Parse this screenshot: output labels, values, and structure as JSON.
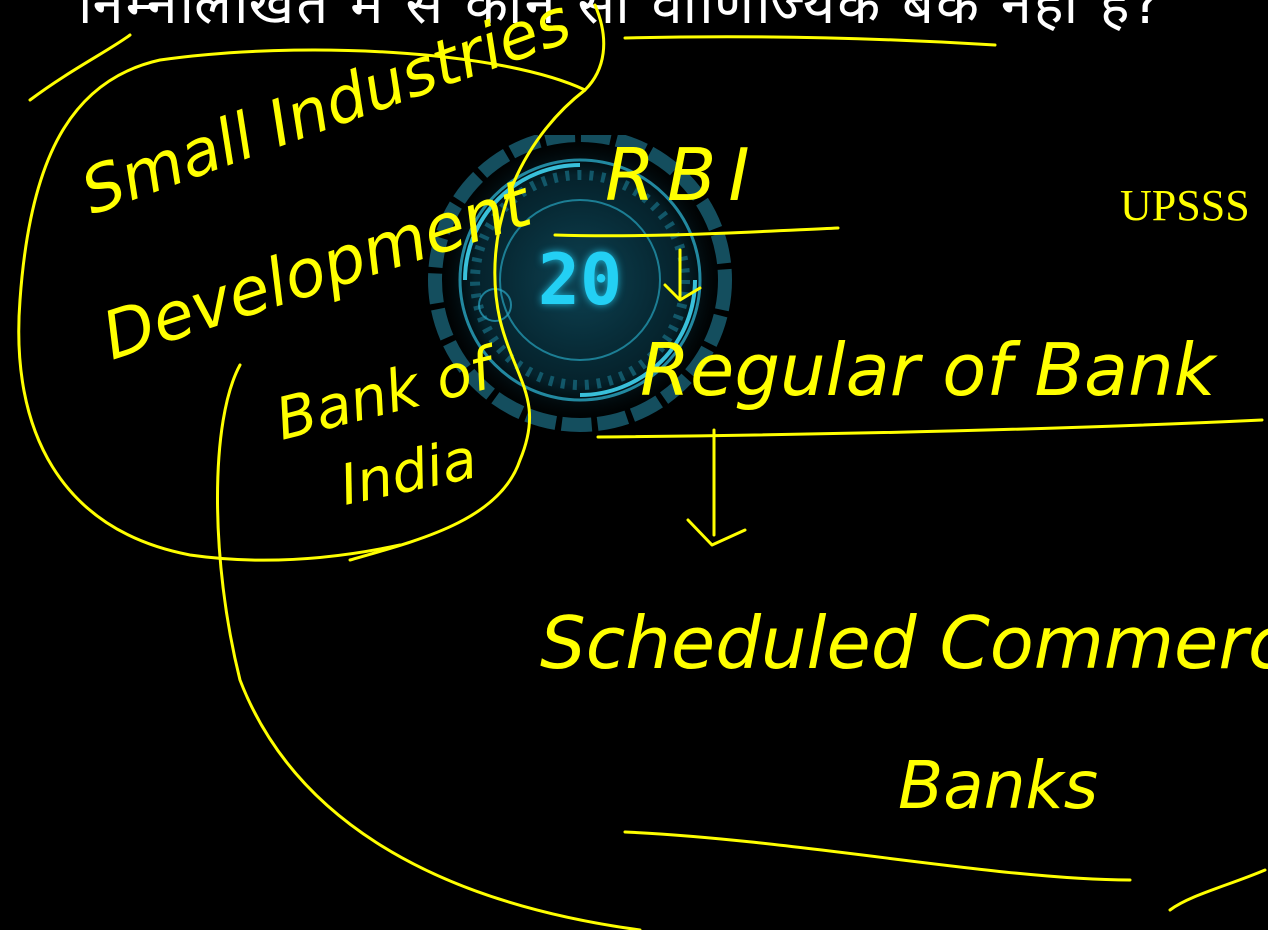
{
  "header": {
    "question_text": "निम्नलिखित में से कौन सा वाणिज्यिक बैंक नहीं है?"
  },
  "exam_label": "UPSSS",
  "timer": {
    "value": "20"
  },
  "annotations": {
    "small_industries": "Small Industries",
    "development": "Development",
    "bank_of": "Bank of",
    "india": "India",
    "rbi": "RBI",
    "regulator_of_bank": "Regular of Bank",
    "scheduled_commercial": "Scheduled Commercial",
    "banks": "Banks"
  },
  "colors": {
    "background": "#000000",
    "ink": "#ffff00",
    "timer": "#23d0f4",
    "header_text": "#ffffff"
  }
}
